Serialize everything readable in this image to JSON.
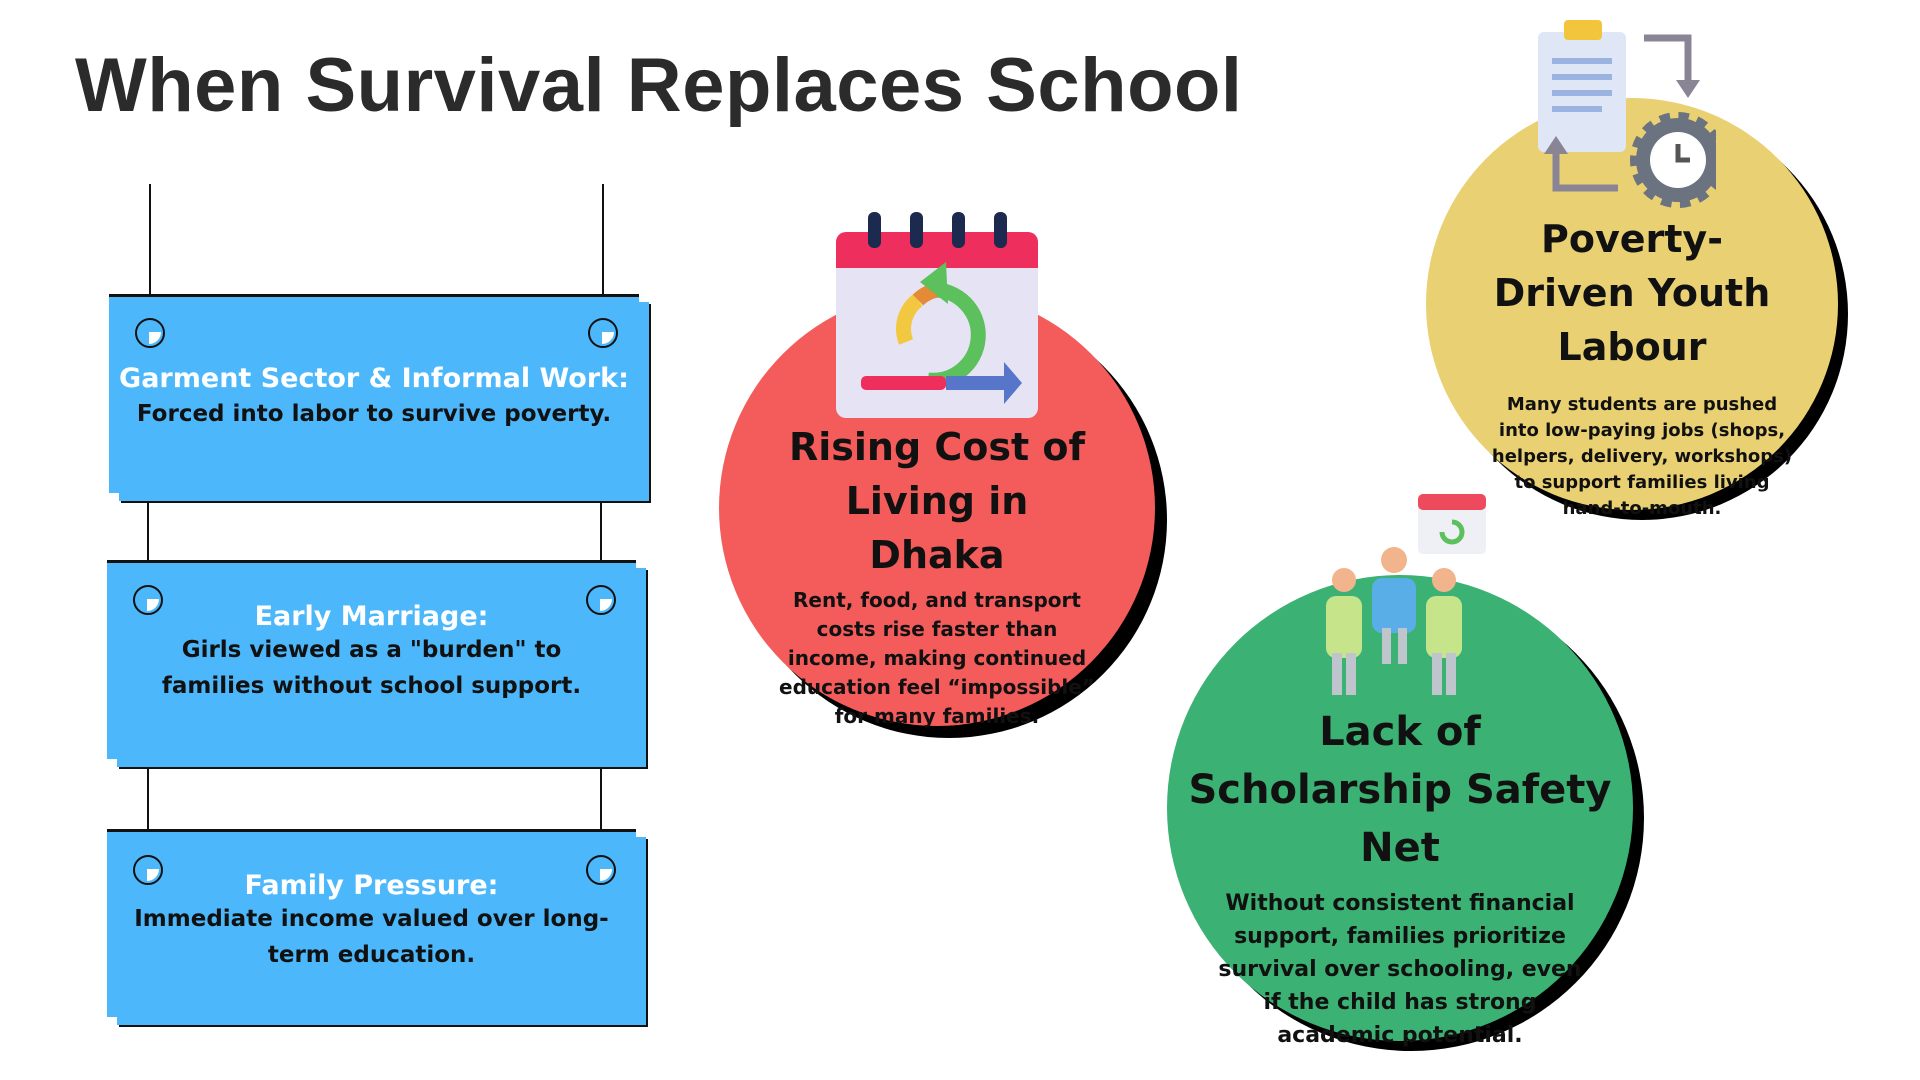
{
  "title": "When Survival Replaces School",
  "cards": [
    {
      "heading": "Garment Sector & Informal Work:",
      "body": "Forced into labor to survive poverty."
    },
    {
      "heading": "Early Marriage:",
      "body": "Girls viewed as a \"burden\" to families without school support."
    },
    {
      "heading": "Family Pressure:",
      "body": "Immediate income valued over long-term education."
    }
  ],
  "circles": {
    "cost": {
      "title": "Rising Cost of Living in Dhaka",
      "text": "Rent, food, and transport costs rise faster than income, making continued education feel “impossible” for many families.",
      "color": "#f45b5b",
      "icon": "calendar-cycle-icon"
    },
    "labour": {
      "title": "Poverty-Driven Youth Labour",
      "text": "Many students are pushed into low-paying jobs (shops, helpers, delivery, workshops) to support families living hand-to-mouth.",
      "color": "#e9d173",
      "icon": "clipboard-gear-clock-icon"
    },
    "scholarship": {
      "title": "Lack of Scholarship Safety Net",
      "text": "Without consistent financial support, families prioritize survival over schooling, even if the child has strong academic potential.",
      "color": "#3bb273",
      "icon": "family-calendar-icon"
    }
  }
}
